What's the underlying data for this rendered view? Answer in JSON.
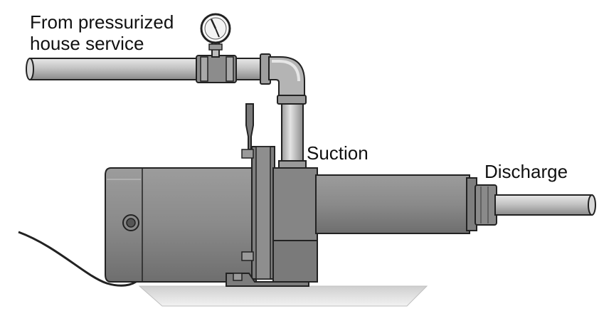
{
  "labels": {
    "source_line1": "From pressurized",
    "source_line2": "house service",
    "suction": "Suction",
    "discharge": "Discharge"
  },
  "colors": {
    "pump_body": "#8e8e8e",
    "pump_dark": "#6a6a6a",
    "pipe": "#bdbdbd",
    "outline": "#222222",
    "floor": "#d6d6d6"
  },
  "icons": {
    "gauge": "pressure-gauge-icon",
    "switch": "pressure-switch-icon"
  }
}
